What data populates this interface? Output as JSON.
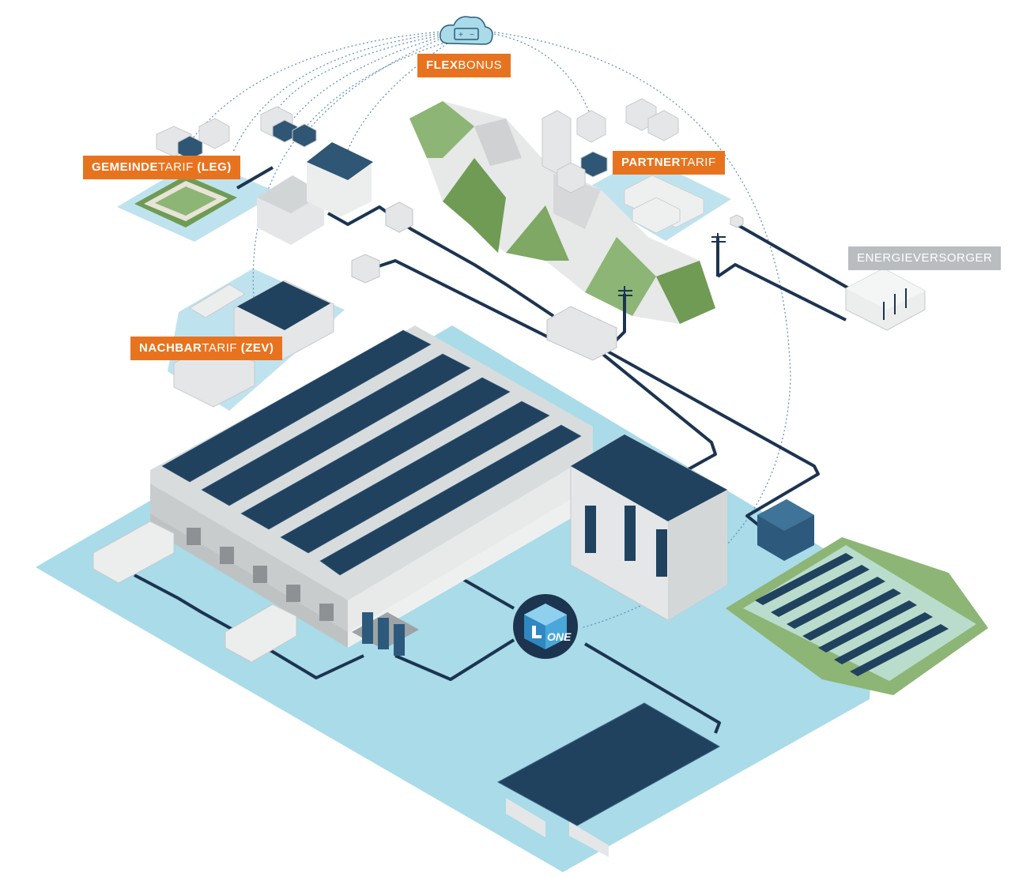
{
  "labels": {
    "flexbonus": {
      "bold": "FLEX",
      "regular": "BONUS"
    },
    "gemeindetarif": {
      "bold": "GEMEINDE",
      "regular": "TARIF",
      "suffix": " (LEG)"
    },
    "partnertarif": {
      "bold": "PARTNER",
      "regular": "TARIF"
    },
    "nachbartarif": {
      "bold": "NACHBAR",
      "regular": "TARIF",
      "suffix": " (ZEV)"
    },
    "energieversorger": "ENERGIEVERSORGER",
    "one": "ONE"
  },
  "colors": {
    "accent_orange": "#e8731f",
    "site_blue": "#a9dbe8",
    "cable_navy": "#1c3450",
    "solar_panel": "#21425f",
    "building_grey": "#e4e6e7",
    "mountain_green": "#6f9b55",
    "supplier_grey": "#b9bdbf"
  }
}
